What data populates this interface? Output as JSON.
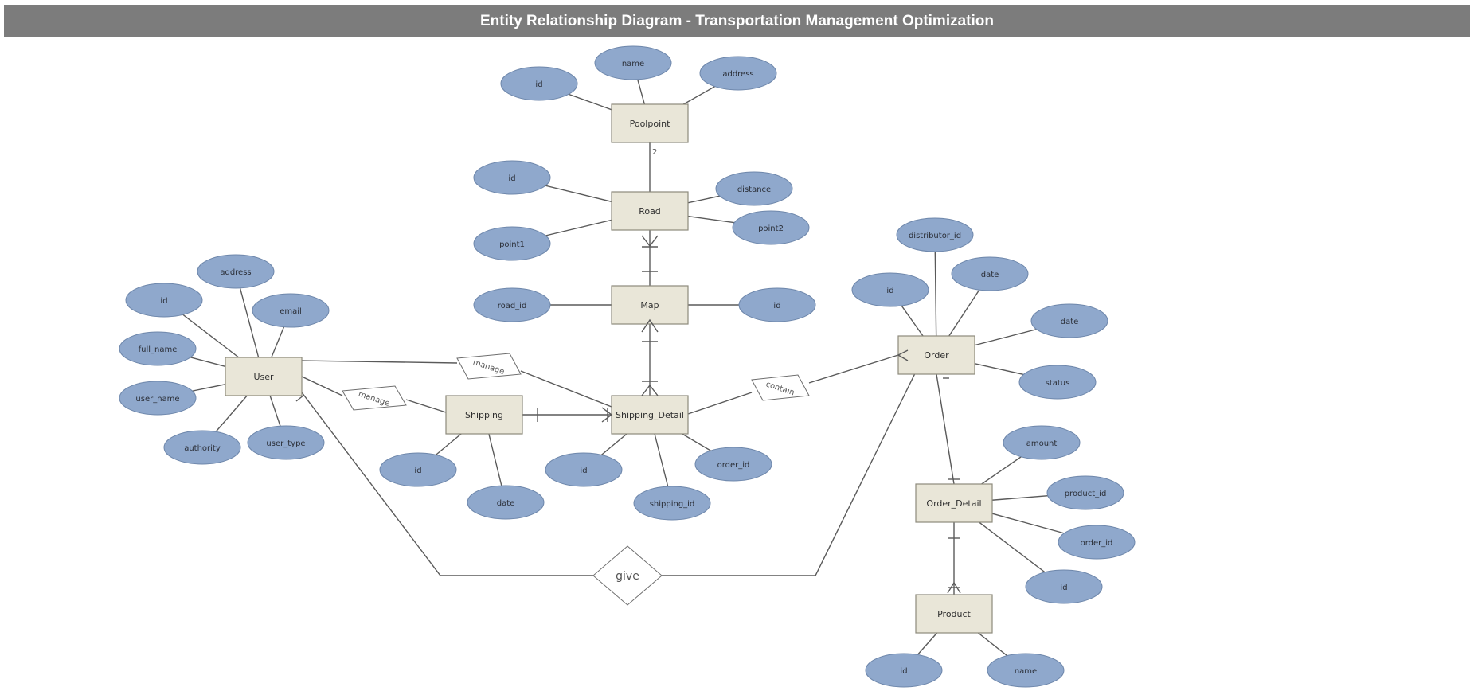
{
  "title": "Entity Relationship Diagram - Transportation Management Optimization",
  "entities": [
    {
      "id": "poolpoint",
      "label": "Poolpoint"
    },
    {
      "id": "road",
      "label": "Road"
    },
    {
      "id": "map",
      "label": "Map"
    },
    {
      "id": "shipping_detail",
      "label": "Shipping_Detail"
    },
    {
      "id": "shipping",
      "label": "Shipping"
    },
    {
      "id": "user",
      "label": "User"
    },
    {
      "id": "order",
      "label": "Order"
    },
    {
      "id": "order_detail",
      "label": "Order_Detail"
    },
    {
      "id": "product",
      "label": "Product"
    }
  ],
  "relationships": [
    {
      "id": "manage_1",
      "label": "manage"
    },
    {
      "id": "manage_2",
      "label": "manage"
    },
    {
      "id": "contain",
      "label": "contain"
    },
    {
      "id": "give",
      "label": "give"
    }
  ],
  "attributes": [
    {
      "id": "poolpoint-id",
      "entity": "poolpoint",
      "label": "id"
    },
    {
      "id": "poolpoint-name",
      "entity": "poolpoint",
      "label": "name"
    },
    {
      "id": "poolpoint-address",
      "entity": "poolpoint",
      "label": "address"
    },
    {
      "id": "road-id",
      "entity": "road",
      "label": "id"
    },
    {
      "id": "road-distance",
      "entity": "road",
      "label": "distance"
    },
    {
      "id": "road-point1",
      "entity": "road",
      "label": "point1"
    },
    {
      "id": "road-point2",
      "entity": "road",
      "label": "point2"
    },
    {
      "id": "map-road-id",
      "entity": "map",
      "label": "road_id"
    },
    {
      "id": "map-id",
      "entity": "map",
      "label": "id"
    },
    {
      "id": "user-address",
      "entity": "user",
      "label": "address"
    },
    {
      "id": "user-id",
      "entity": "user",
      "label": "id"
    },
    {
      "id": "user-email",
      "entity": "user",
      "label": "email"
    },
    {
      "id": "user-full-name",
      "entity": "user",
      "label": "full_name"
    },
    {
      "id": "user-user-name",
      "entity": "user",
      "label": "user_name"
    },
    {
      "id": "user-authority",
      "entity": "user",
      "label": "authority"
    },
    {
      "id": "user-user-type",
      "entity": "user",
      "label": "user_type"
    },
    {
      "id": "shipping-id",
      "entity": "shipping",
      "label": "id"
    },
    {
      "id": "shipping-date",
      "entity": "shipping",
      "label": "date"
    },
    {
      "id": "shipdetail-id",
      "entity": "shipping_detail",
      "label": "id"
    },
    {
      "id": "shipdetail-shipping-id",
      "entity": "shipping_detail",
      "label": "shipping_id"
    },
    {
      "id": "shipdetail-order-id",
      "entity": "shipping_detail",
      "label": "order_id"
    },
    {
      "id": "order-distributor-id",
      "entity": "order",
      "label": "distributor_id"
    },
    {
      "id": "order-id",
      "entity": "order",
      "label": "id"
    },
    {
      "id": "order-date",
      "entity": "order",
      "label": "date"
    },
    {
      "id": "order-date2",
      "entity": "order",
      "label": "date"
    },
    {
      "id": "order-status",
      "entity": "order",
      "label": "status"
    },
    {
      "id": "orderdetail-amount",
      "entity": "order_detail",
      "label": "amount"
    },
    {
      "id": "orderdetail-product-id",
      "entity": "order_detail",
      "label": "product_id"
    },
    {
      "id": "orderdetail-order-id",
      "entity": "order_detail",
      "label": "order_id"
    },
    {
      "id": "orderdetail-id",
      "entity": "order_detail",
      "label": "id"
    },
    {
      "id": "product-id",
      "entity": "product",
      "label": "id"
    },
    {
      "id": "product-name",
      "entity": "product",
      "label": "name"
    }
  ],
  "markers": {
    "poolpoint_road": "2"
  },
  "colors": {
    "title_bar": "#7c7c7c",
    "entity_fill": "#e9e6d8",
    "attribute_fill": "#8fa8cc",
    "line": "#5a5a5a"
  }
}
